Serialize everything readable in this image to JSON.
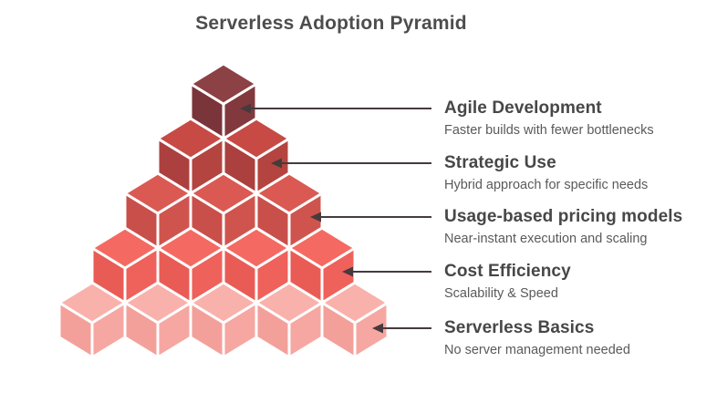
{
  "title": "Serverless Adoption Pyramid",
  "levels": [
    {
      "heading": "Agile Development",
      "sub": "Faster builds with fewer bottlenecks",
      "colors": {
        "top": "#8C4144",
        "left": "#7A353A",
        "right": "#81393D"
      }
    },
    {
      "heading": "Strategic Use",
      "sub": "Hybrid approach for specific needs",
      "colors": {
        "top": "#C74A45",
        "left": "#AC403E",
        "right": "#B4443F"
      }
    },
    {
      "heading": "Usage-based pricing models",
      "sub": "Near-instant execution and scaling",
      "colors": {
        "top": "#DA5953",
        "left": "#C94F4B",
        "right": "#D0544E"
      }
    },
    {
      "heading": "Cost Efficiency",
      "sub": "Scalability & Speed",
      "colors": {
        "top": "#F46A62",
        "left": "#E95C56",
        "right": "#EF615B"
      }
    },
    {
      "heading": "Serverless Basics",
      "sub": "No server management needed",
      "colors": {
        "top": "#F9B1AC",
        "left": "#F3A09B",
        "right": "#F6A7A2"
      }
    }
  ],
  "connector_color": "#473A3D",
  "cube_outline_color": "#FFFFFF",
  "title_color": "#4D4D4D",
  "heading_color": "#474747",
  "subtext_color": "#5A5A5A"
}
